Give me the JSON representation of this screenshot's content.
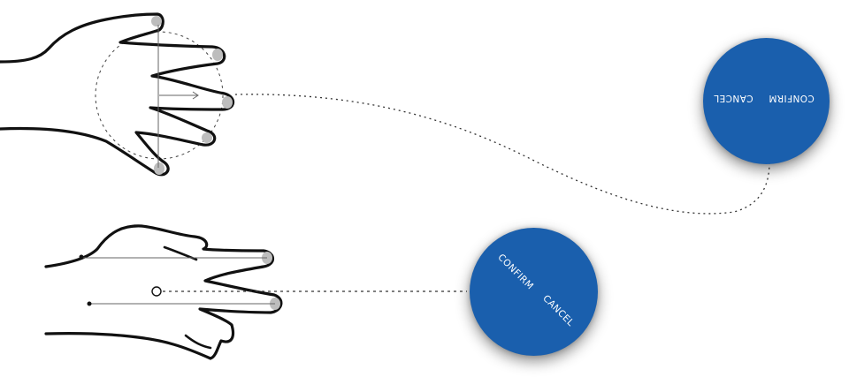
{
  "colors": {
    "dial_fill": "#1A5FAD",
    "dial_text": "#FFFFFF",
    "outline": "#111111",
    "guide": "#555555",
    "fingertip": "#BDBDBD",
    "background": "#FFFFFF"
  },
  "top_gesture": {
    "description": "Five-finger rotation gesture around a dashed circle",
    "dial": {
      "confirm_label": "CONFIRM",
      "cancel_label": "CANCEL",
      "rotation_deg": 180
    }
  },
  "bottom_gesture": {
    "description": "Two-finger rotation gesture",
    "dial": {
      "confirm_label": "CONFIRM",
      "cancel_label": "CANCEL",
      "rotation_deg": 45
    }
  }
}
